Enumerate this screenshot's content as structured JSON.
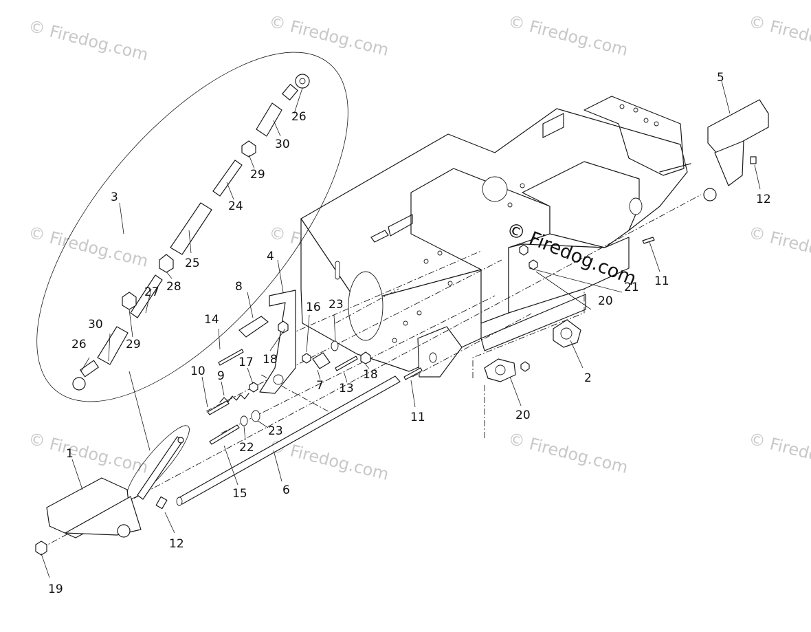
{
  "watermark": {
    "repeated": "© Firedog.com",
    "center": "© Firedog.com",
    "color": "#c8c8c8"
  },
  "callouts": [
    {
      "id": "c1",
      "text": "1"
    },
    {
      "id": "c2",
      "text": "2"
    },
    {
      "id": "c3",
      "text": "3"
    },
    {
      "id": "c4",
      "text": "4"
    },
    {
      "id": "c5",
      "text": "5"
    },
    {
      "id": "c6",
      "text": "6"
    },
    {
      "id": "c7",
      "text": "7"
    },
    {
      "id": "c8",
      "text": "8"
    },
    {
      "id": "c9",
      "text": "9"
    },
    {
      "id": "c10",
      "text": "10"
    },
    {
      "id": "c11a",
      "text": "11"
    },
    {
      "id": "c11b",
      "text": "11"
    },
    {
      "id": "c12a",
      "text": "12"
    },
    {
      "id": "c12b",
      "text": "12"
    },
    {
      "id": "c13",
      "text": "13"
    },
    {
      "id": "c14",
      "text": "14"
    },
    {
      "id": "c15",
      "text": "15"
    },
    {
      "id": "c16",
      "text": "16"
    },
    {
      "id": "c17",
      "text": "17"
    },
    {
      "id": "c18a",
      "text": "18"
    },
    {
      "id": "c18b",
      "text": "18"
    },
    {
      "id": "c19",
      "text": "19"
    },
    {
      "id": "c20a",
      "text": "20"
    },
    {
      "id": "c20b",
      "text": "20"
    },
    {
      "id": "c21",
      "text": "21"
    },
    {
      "id": "c22",
      "text": "22"
    },
    {
      "id": "c23a",
      "text": "23"
    },
    {
      "id": "c23b",
      "text": "23"
    },
    {
      "id": "c24",
      "text": "24"
    },
    {
      "id": "c25",
      "text": "25"
    },
    {
      "id": "c26a",
      "text": "26"
    },
    {
      "id": "c26b",
      "text": "26"
    },
    {
      "id": "c27",
      "text": "27"
    },
    {
      "id": "c28",
      "text": "28"
    },
    {
      "id": "c29a",
      "text": "29"
    },
    {
      "id": "c29b",
      "text": "29"
    },
    {
      "id": "c30a",
      "text": "30"
    },
    {
      "id": "c30b",
      "text": "30"
    }
  ]
}
